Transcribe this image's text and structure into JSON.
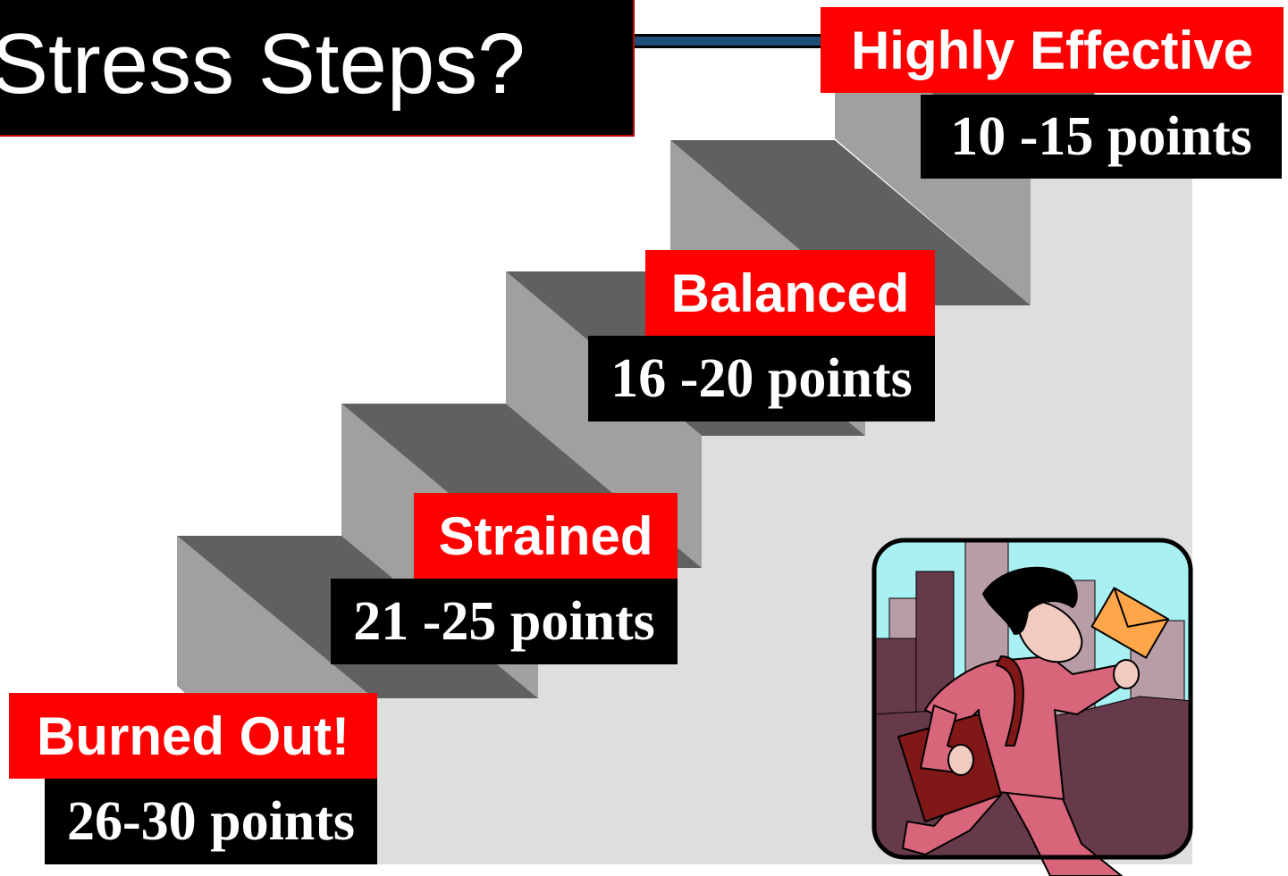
{
  "title": "Stress Steps?",
  "steps": [
    {
      "label": "Highly Effective",
      "points": "10 -15 points"
    },
    {
      "label": "Balanced",
      "points": "16 -20 points"
    },
    {
      "label": "Strained",
      "points": "21 -25 points"
    },
    {
      "label": "Burned Out!",
      "points": "26-30 points"
    }
  ],
  "colors": {
    "label_bg": "#ff0000",
    "points_bg": "#000000",
    "step_top": "#606060",
    "step_riser": "#a0a0a0",
    "wall": "#dedede",
    "connector": "#1f4e79"
  },
  "illustration": {
    "name": "running-woman-with-envelope-icon"
  }
}
